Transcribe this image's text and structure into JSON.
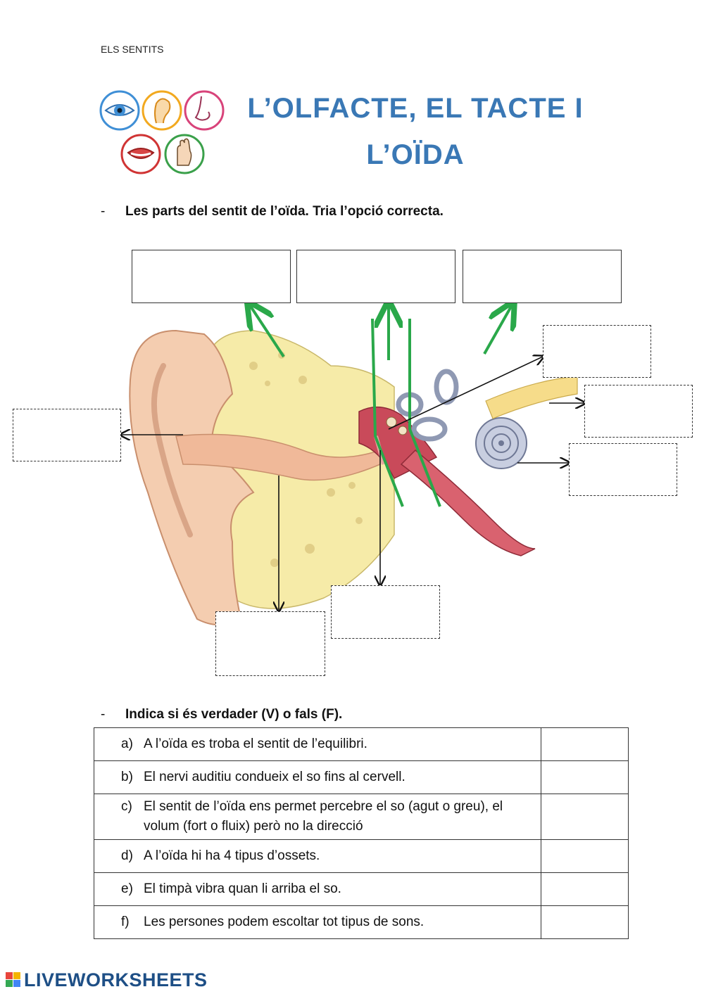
{
  "header": {
    "label": "ELS SENTITS"
  },
  "title": {
    "line1": "L’OLFACTE, EL TACTE I",
    "line2": "L’OÏDA"
  },
  "section1": {
    "dash": "-",
    "instruction": "Les parts del sentit de l’oïda. Tria l’opció correcta."
  },
  "section2": {
    "dash": "-",
    "instruction": "Indica si és verdader (V) o fals (F)."
  },
  "statements": [
    {
      "letter": "a)",
      "text": "A l’oïda es troba el sentit de l’equilibri."
    },
    {
      "letter": "b)",
      "text": "El nervi auditiu condueix el so fins al cervell."
    },
    {
      "letter": "c)",
      "text": "El sentit de l’oïda ens permet percebre el so (agut o greu), el volum (fort o fluix) però no la direcció"
    },
    {
      "letter": "d)",
      "text": "A l’oïda hi ha 4 tipus d’ossets."
    },
    {
      "letter": "e)",
      "text": "El timpà vibra quan li arriba el so."
    },
    {
      "letter": "f)",
      "text": "Les persones podem escoltar tot tipus de sons."
    }
  ],
  "footer": {
    "brand": "LIVEWORKSHEETS"
  },
  "icons": [
    "eye-icon",
    "ear-icon",
    "nose-icon",
    "mouth-icon",
    "hand-icon"
  ],
  "colors": {
    "title": "#3a78b5",
    "arrow_green": "#2aa84a",
    "brand": "#1e4f86"
  }
}
